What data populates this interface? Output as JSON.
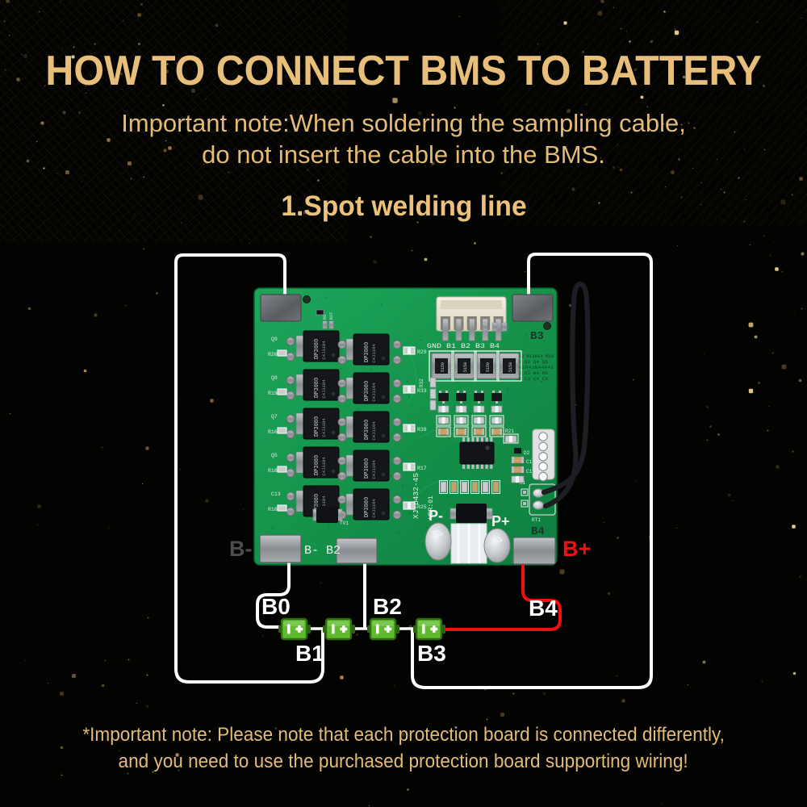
{
  "page": {
    "title": "HOW TO CONNECT BMS TO BATTERY",
    "subtitle_line1": "Important note:When soldering the sampling cable,",
    "subtitle_line2": "do not insert the cable into the BMS.",
    "section_title": "1.Spot welding line",
    "footnote_line1": "*Important note: Please note that each protection board is connected differently,",
    "footnote_line2": "and you need to use the purchased protection board supporting wiring!"
  },
  "colors": {
    "gold": "#e7bf7a",
    "wire_red": "#ee1111",
    "wire_white": "#ffffff",
    "board_green": "#17984d",
    "battery_green": "#5fbb2d"
  },
  "diagram": {
    "external_labels": {
      "b_minus": "B-",
      "b_plus": "B+",
      "b0": "B0",
      "b1": "B1",
      "b2": "B2",
      "b3": "B3",
      "b4": "B4"
    },
    "board": {
      "connector_pin_labels": "GND B1 B2 B3 B4",
      "pad_label_top_right": "B3",
      "pad_label_bottom_right": "B4",
      "pad_label_bottom_left": "B- B2",
      "p_minus": "P-",
      "p_plus": "P+",
      "model": "XJ-D432-4S",
      "version": "VER:01",
      "mosfet_marking_line1": "DP3080",
      "mosfet_marking_line2": "C4J1104",
      "shunt_marking": "5150",
      "ref_block": [
        "R12 R13R14 R15",
        "Q2 Q3 Q4 Q5",
        "R42R43R44R45",
        "R2 R3 R4 R5",
        "C2 C3 C4 C5"
      ],
      "fet_left_labels": [
        [
          "Q9",
          "R20"
        ],
        [
          "Q8",
          "R19"
        ],
        [
          "Q7",
          "R16"
        ],
        [
          "Q5",
          "R18"
        ],
        [
          "C13",
          "R10"
        ]
      ],
      "fet_right_labels": [
        "R29",
        "R33",
        "R38",
        "R17",
        "R25"
      ],
      "small_labels": {
        "tv1": "TV1",
        "r21": "R21",
        "d2": "D2",
        "c11": "C11",
        "c12": "C12",
        "r1": "R1",
        "jp2": "JP2",
        "rt1": "RT1",
        "r32": "R32",
        "r9": "R9",
        "r27": "R27",
        "r46": "R46",
        "r30": "R30",
        "r28": "R28"
      }
    }
  }
}
